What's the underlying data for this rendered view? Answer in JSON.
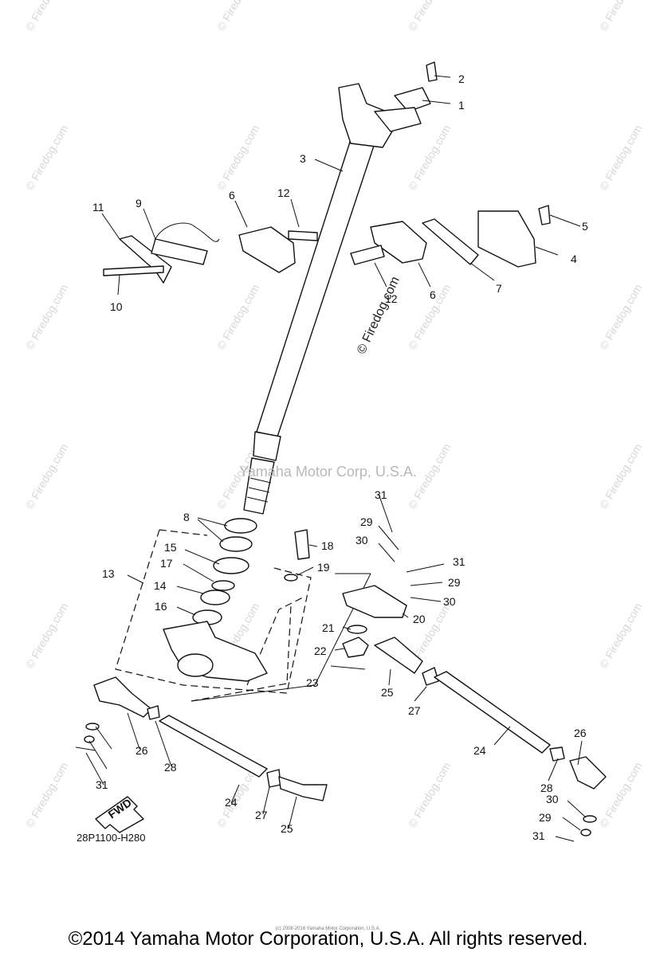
{
  "watermark_text": "© Firedog.com",
  "center_watermark": "Yamaha Motor Corp, U.S.A.",
  "firedog_label": "© Firedog.com",
  "diagram_code": "28P1100-H280",
  "fwd_label": "FWD",
  "copyright_small": "(c) 2008-2016 Yamaha Motor Corporation, U.S.A.",
  "copyright": "©2014 Yamaha Motor Corporation, U.S.A. All rights reserved.",
  "callouts": [
    "1",
    "2",
    "3",
    "4",
    "5",
    "6",
    "6",
    "7",
    "8",
    "9",
    "10",
    "11",
    "12",
    "12",
    "13",
    "14",
    "15",
    "16",
    "17",
    "18",
    "19",
    "20",
    "21",
    "22",
    "23",
    "24",
    "24",
    "25",
    "25",
    "26",
    "26",
    "27",
    "27",
    "28",
    "28",
    "29",
    "29",
    "29",
    "30",
    "30",
    "30",
    "31",
    "31",
    "31",
    "31"
  ]
}
